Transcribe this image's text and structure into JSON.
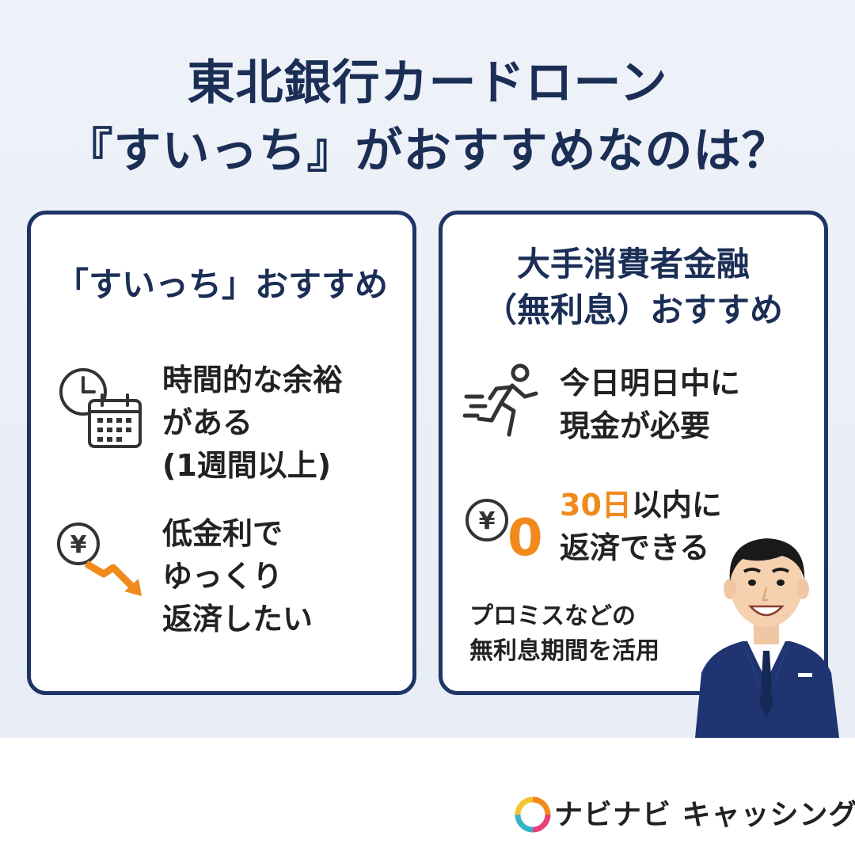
{
  "title": {
    "line1": "東北銀行カードローン",
    "line2": "『すいっち』がおすすめなのは？"
  },
  "left_card": {
    "heading": "「すいっち」おすすめ",
    "item1": {
      "line1": "時間的な余裕",
      "line2": "がある",
      "line3": "(1週間以上)"
    },
    "item2": {
      "line1": "低金利で",
      "line2": "ゆっくり",
      "line3": "返済したい"
    }
  },
  "right_card": {
    "heading_line1": "大手消費者金融",
    "heading_line2": "（無利息）おすすめ",
    "item1": {
      "line1": "今日明日中に",
      "line2": "現金が必要"
    },
    "item2": {
      "accent": "30日",
      "line1_rest": "以内に",
      "line2": "返済できる",
      "zero": "0"
    },
    "note_line1": "プロミスなどの",
    "note_line2": "無利息期間を活用"
  },
  "icons": {
    "clock": "clock-icon",
    "calendar": "calendar-icon",
    "yen_down": "yen-decline-icon",
    "runner": "running-person-icon",
    "yen_zero": "yen-coin-icon",
    "logo": "brand-logo-icon"
  },
  "colors": {
    "navy": "#1b2e55",
    "accent": "#f08a1c",
    "card_border": "#1d3566"
  },
  "footer": {
    "brand": "ナビナビ キャッシング"
  }
}
